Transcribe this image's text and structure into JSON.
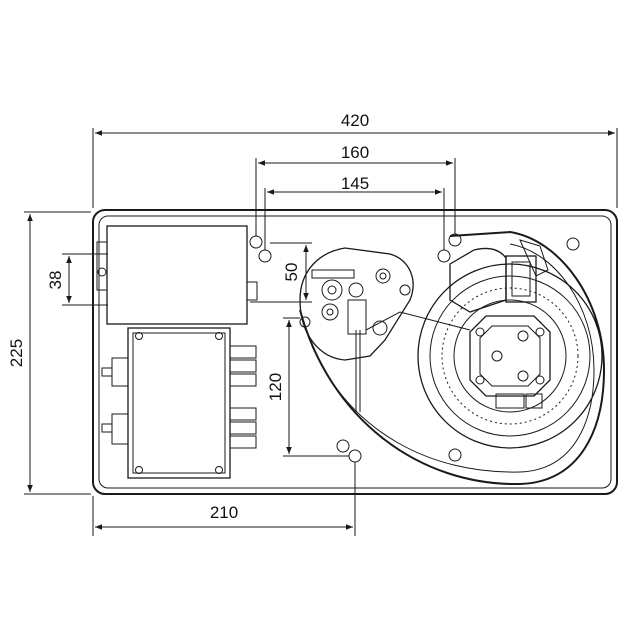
{
  "dimensions": {
    "overall_width": "420",
    "overall_height": "225",
    "hole_spacing_outer": "160",
    "hole_spacing_inner": "145",
    "box_height": "38",
    "offset_vertical_top": "50",
    "offset_vertical_lower": "120",
    "offset_horizontal_bottom": "210"
  },
  "colors": {
    "line": "#1a1a1a",
    "fill_light": "#f4f4f4",
    "fill_mid": "#e6e6e6",
    "background": "#ffffff"
  }
}
